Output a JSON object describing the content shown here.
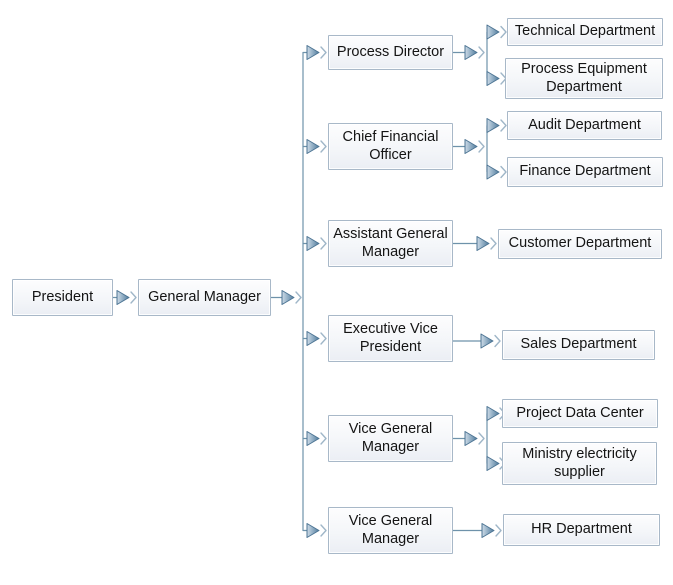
{
  "diagram_type": "org-chart",
  "colors": {
    "box_border": "#a8b8c8",
    "box_fill_top": "#fdfdfe",
    "box_fill_bottom": "#ebeef4",
    "connector_line": "#6e92aa",
    "arrow_fill_light": "#cddbe7",
    "arrow_fill_dark": "#517d9e",
    "arrow_outline": "#4c7493",
    "chevron": "#9fb6c8",
    "text": "#141414"
  },
  "nodes": [
    {
      "id": "president",
      "label": "President"
    },
    {
      "id": "general-manager",
      "label": "General Manager"
    },
    {
      "id": "process-director",
      "label": "Process Director"
    },
    {
      "id": "chief-financial-officer",
      "label": "Chief Financial Officer"
    },
    {
      "id": "assistant-general-manager",
      "label": "Assistant General Manager"
    },
    {
      "id": "executive-vice-president",
      "label": "Executive Vice President"
    },
    {
      "id": "vice-general-manager-1",
      "label": "Vice General Manager"
    },
    {
      "id": "vice-general-manager-2",
      "label": "Vice General Manager"
    },
    {
      "id": "technical-department",
      "label": "Technical Department"
    },
    {
      "id": "process-equipment-department",
      "label": "Process Equipment Department"
    },
    {
      "id": "audit-department",
      "label": "Audit Department"
    },
    {
      "id": "finance-department",
      "label": "Finance Department"
    },
    {
      "id": "customer-department",
      "label": "Customer Department"
    },
    {
      "id": "sales-department",
      "label": "Sales Department"
    },
    {
      "id": "project-data-center",
      "label": "Project Data Center"
    },
    {
      "id": "ministry-electricity-supplier",
      "label": "Ministry electricity supplier"
    },
    {
      "id": "hr-department",
      "label": "HR Department"
    }
  ],
  "edges": [
    {
      "from": "president",
      "to": "general-manager"
    },
    {
      "from": "general-manager",
      "to": "process-director"
    },
    {
      "from": "general-manager",
      "to": "chief-financial-officer"
    },
    {
      "from": "general-manager",
      "to": "assistant-general-manager"
    },
    {
      "from": "general-manager",
      "to": "executive-vice-president"
    },
    {
      "from": "general-manager",
      "to": "vice-general-manager-1"
    },
    {
      "from": "general-manager",
      "to": "vice-general-manager-2"
    },
    {
      "from": "process-director",
      "to": "technical-department"
    },
    {
      "from": "process-director",
      "to": "process-equipment-department"
    },
    {
      "from": "chief-financial-officer",
      "to": "audit-department"
    },
    {
      "from": "chief-financial-officer",
      "to": "finance-department"
    },
    {
      "from": "assistant-general-manager",
      "to": "customer-department"
    },
    {
      "from": "executive-vice-president",
      "to": "sales-department"
    },
    {
      "from": "vice-general-manager-1",
      "to": "project-data-center"
    },
    {
      "from": "vice-general-manager-1",
      "to": "ministry-electricity-supplier"
    },
    {
      "from": "vice-general-manager-2",
      "to": "hr-department"
    }
  ]
}
